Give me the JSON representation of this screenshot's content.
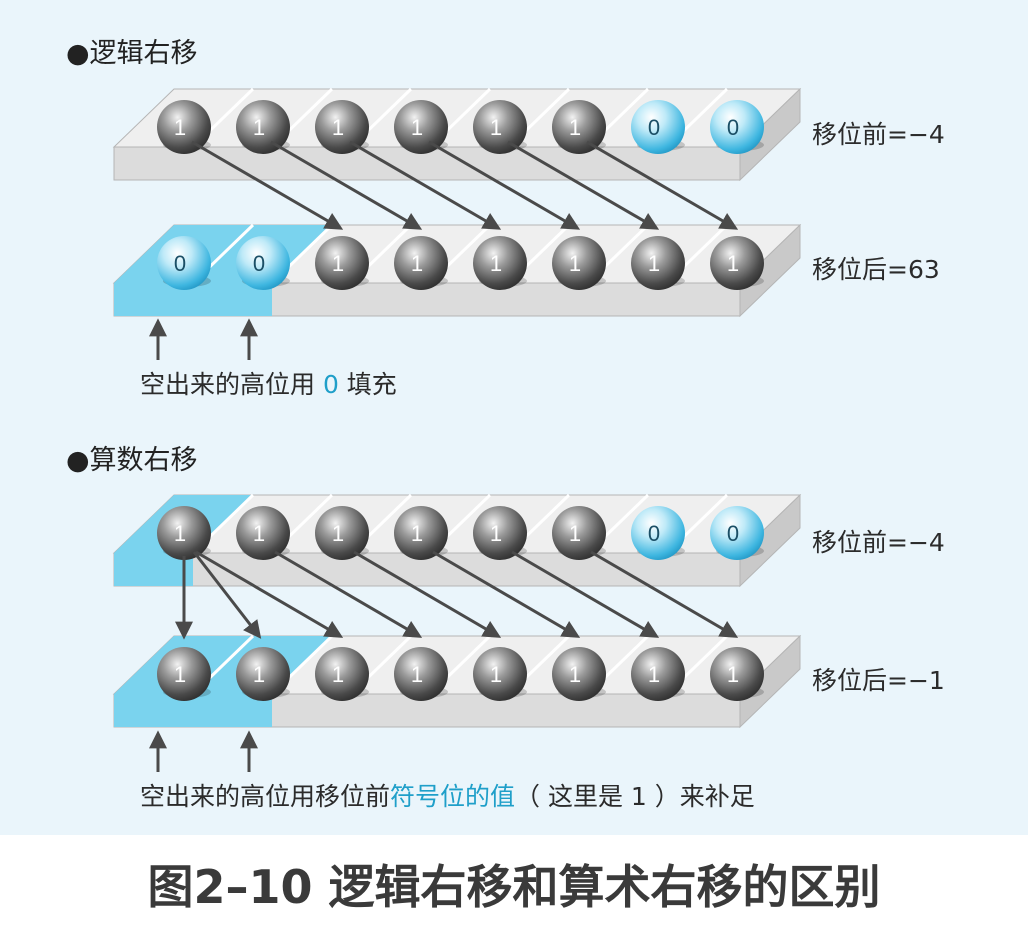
{
  "logical": {
    "heading": "●逻辑右移",
    "before_label": "移位前=−4",
    "after_label": "移位后=63",
    "before_bits": [
      "1",
      "1",
      "1",
      "1",
      "1",
      "1",
      "0",
      "0"
    ],
    "after_bits": [
      "0",
      "0",
      "1",
      "1",
      "1",
      "1",
      "1",
      "1"
    ],
    "note_prefix": "空出来的高位用 ",
    "note_highlight": "0",
    "note_suffix": " 填充"
  },
  "arithmetic": {
    "heading": "●算数右移",
    "before_label": "移位前=−4",
    "after_label": "移位后=−1",
    "before_bits": [
      "1",
      "1",
      "1",
      "1",
      "1",
      "1",
      "0",
      "0"
    ],
    "after_bits": [
      "1",
      "1",
      "1",
      "1",
      "1",
      "1",
      "1",
      "1"
    ],
    "note_prefix": "空出来的高位用移位前",
    "note_highlight": "符号位的值",
    "note_suffix": "（ 这里是 1 ）来补足"
  },
  "caption": "图2–10 逻辑右移和算术右移的区别",
  "colors": {
    "panel_bg": "#eaf5fb",
    "tray_gray": "#dcdcdc",
    "tray_highlight": "#7ad3ee",
    "highlight_text": "#1f9fc9",
    "arrow": "#4a4a4a"
  }
}
